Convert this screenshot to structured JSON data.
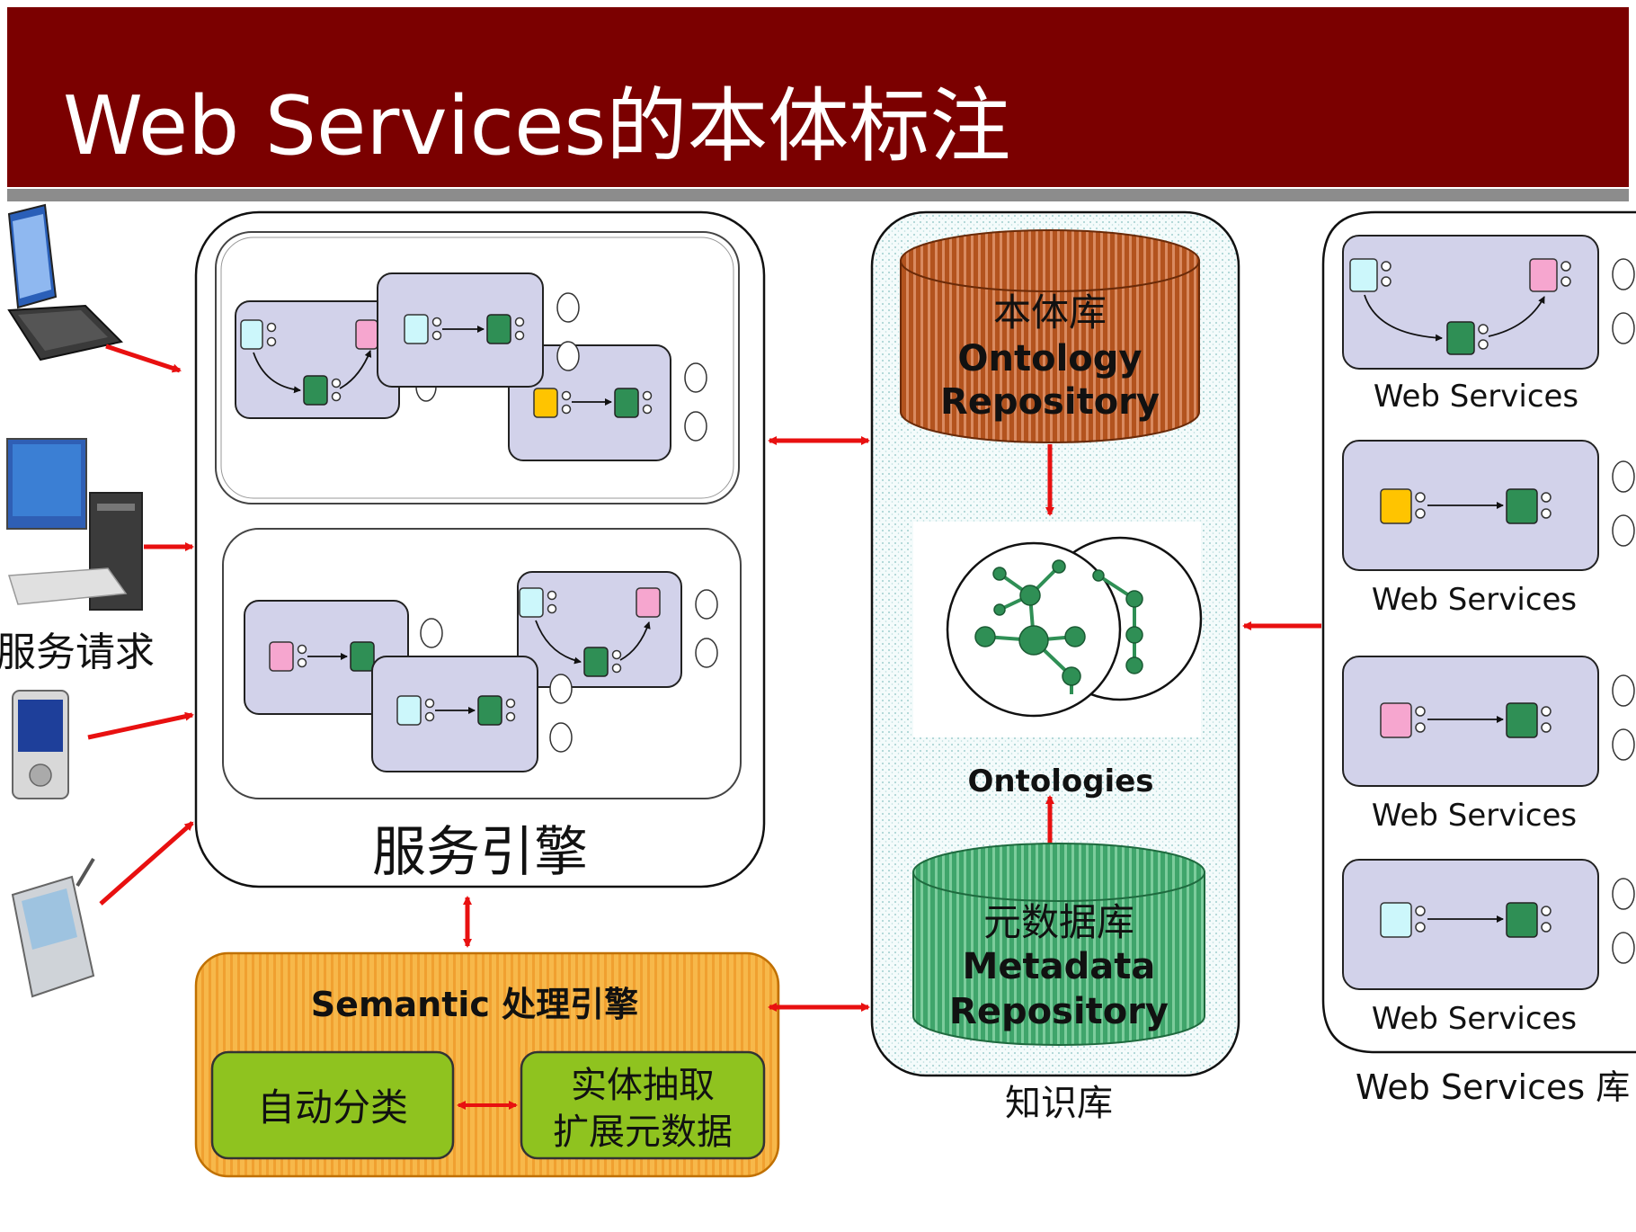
{
  "title": "Web Services的本体标注",
  "requester": {
    "label": "服务请求"
  },
  "engine": {
    "label": "服务引擎"
  },
  "semantic": {
    "title": "Semantic 处理引擎",
    "auto_classify": "自动分类",
    "entity_extract_line1": "实体抽取",
    "entity_extract_line2": "扩展元数据"
  },
  "knowledge": {
    "label": "知识库",
    "ontology_repo": {
      "cn": "本体库",
      "en1": "Ontology",
      "en2": "Repository"
    },
    "ontologies": "Ontologies",
    "metadata_repo": {
      "cn": "元数据库",
      "en1": "Metadata",
      "en2": "Repository"
    }
  },
  "ws_library": {
    "label": "Web Services 库",
    "items": [
      "Web Services",
      "Web Services",
      "Web Services",
      "Web Services"
    ]
  },
  "colors": {
    "header": "#7b0000",
    "service_box": "#d2d2ea",
    "cyan_node": "#ccf7fb",
    "pink_node": "#f6a6cf",
    "yellow_node": "#ffc400",
    "green_node": "#2f8f55",
    "arrow": "#e81010",
    "ontology_cyl": "#b3531e",
    "metadata_cyl": "#3fa56b",
    "semantic_bg": "#f6b445",
    "semantic_inner": "#8fc31f"
  }
}
